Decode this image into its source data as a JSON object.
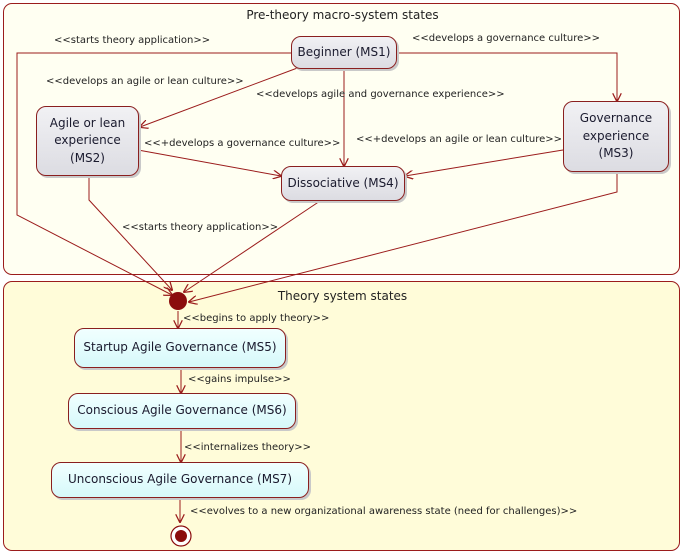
{
  "regions": {
    "pre_theory_title": "Pre-theory macro-system states",
    "theory_title": "Theory system states"
  },
  "nodes": {
    "ms1": "Beginner (MS1)",
    "ms2": "Agile or lean experience (MS2)",
    "ms3": "Governance experience (MS3)",
    "ms4": "Dissociative (MS4)",
    "ms5": "Startup Agile Governance (MS5)",
    "ms6": "Conscious Agile Governance (MS6)",
    "ms7": "Unconscious Agile Governance (MS7)"
  },
  "transitions": {
    "ms1_to_start": "<<starts theory application>>",
    "ms1_to_ms3": "<<develops a governance culture>>",
    "ms1_to_ms2": "<<develops an agile or lean culture>>",
    "ms1_to_ms4": "<<develops agile and governance experience>>",
    "ms2_to_ms4": "<<+develops a governance culture>>",
    "ms3_to_ms4": "<<+develops an agile or lean culture>>",
    "ms2_to_start": "<<starts theory application>>",
    "start_to_ms5": "<<begins to apply theory>>",
    "ms5_to_ms6": "<<gains impulse>>",
    "ms6_to_ms7": "<<internalizes theory>>",
    "ms7_to_final": "<<evolves to a new organizational awareness state (need for challenges)>>"
  },
  "colors": {
    "edge": "#9b1c1c",
    "pre_region_fill": "#fffff2",
    "theory_region_fill": "#fffcd9",
    "pre_node_fill": "#e4e4ea",
    "theory_node_fill": "#dcfbfc"
  }
}
